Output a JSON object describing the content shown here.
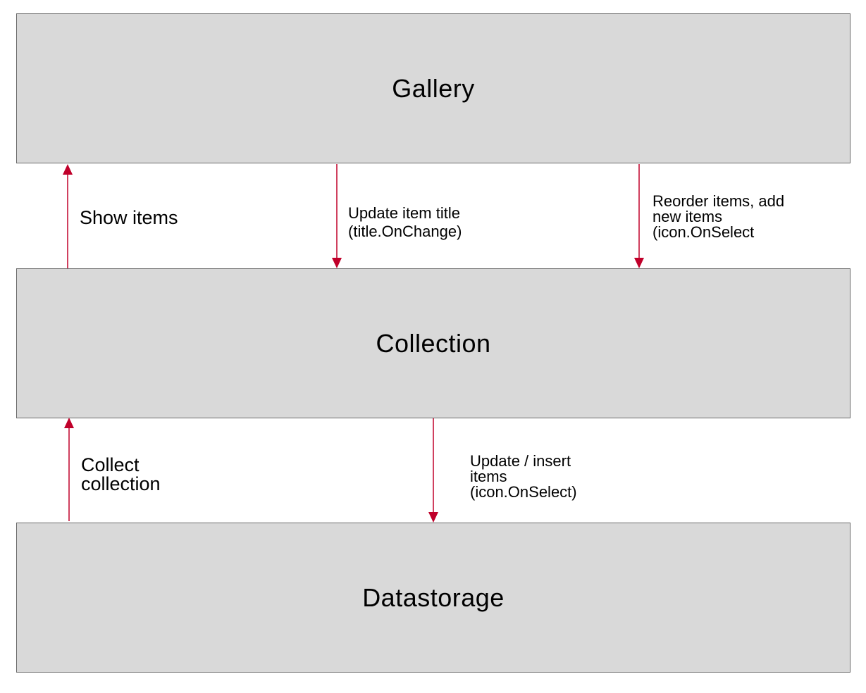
{
  "colors": {
    "box_fill": "#d9d9d9",
    "box_border": "#6b6b6b",
    "arrow": "#c0002a"
  },
  "boxes": {
    "gallery": "Gallery",
    "collection": "Collection",
    "datastorage": "Datastorage"
  },
  "arrows": {
    "show_items": {
      "direction": "up",
      "from": "Collection",
      "to": "Gallery",
      "lines": [
        "Show items"
      ]
    },
    "update_item_title": {
      "direction": "down",
      "from": "Gallery",
      "to": "Collection",
      "lines": [
        "Update item title",
        "(title.OnChange)"
      ]
    },
    "reorder_items": {
      "direction": "down",
      "from": "Gallery",
      "to": "Collection",
      "lines": [
        "Reorder items, add",
        "new items",
        "(icon.OnSelect"
      ]
    },
    "collect_collection": {
      "direction": "up",
      "from": "Datastorage",
      "to": "Collection",
      "lines": [
        "Collect",
        "collection"
      ]
    },
    "update_insert_items": {
      "direction": "down",
      "from": "Collection",
      "to": "Datastorage",
      "lines": [
        "Update / insert",
        "items",
        "(icon.OnSelect)"
      ]
    }
  }
}
